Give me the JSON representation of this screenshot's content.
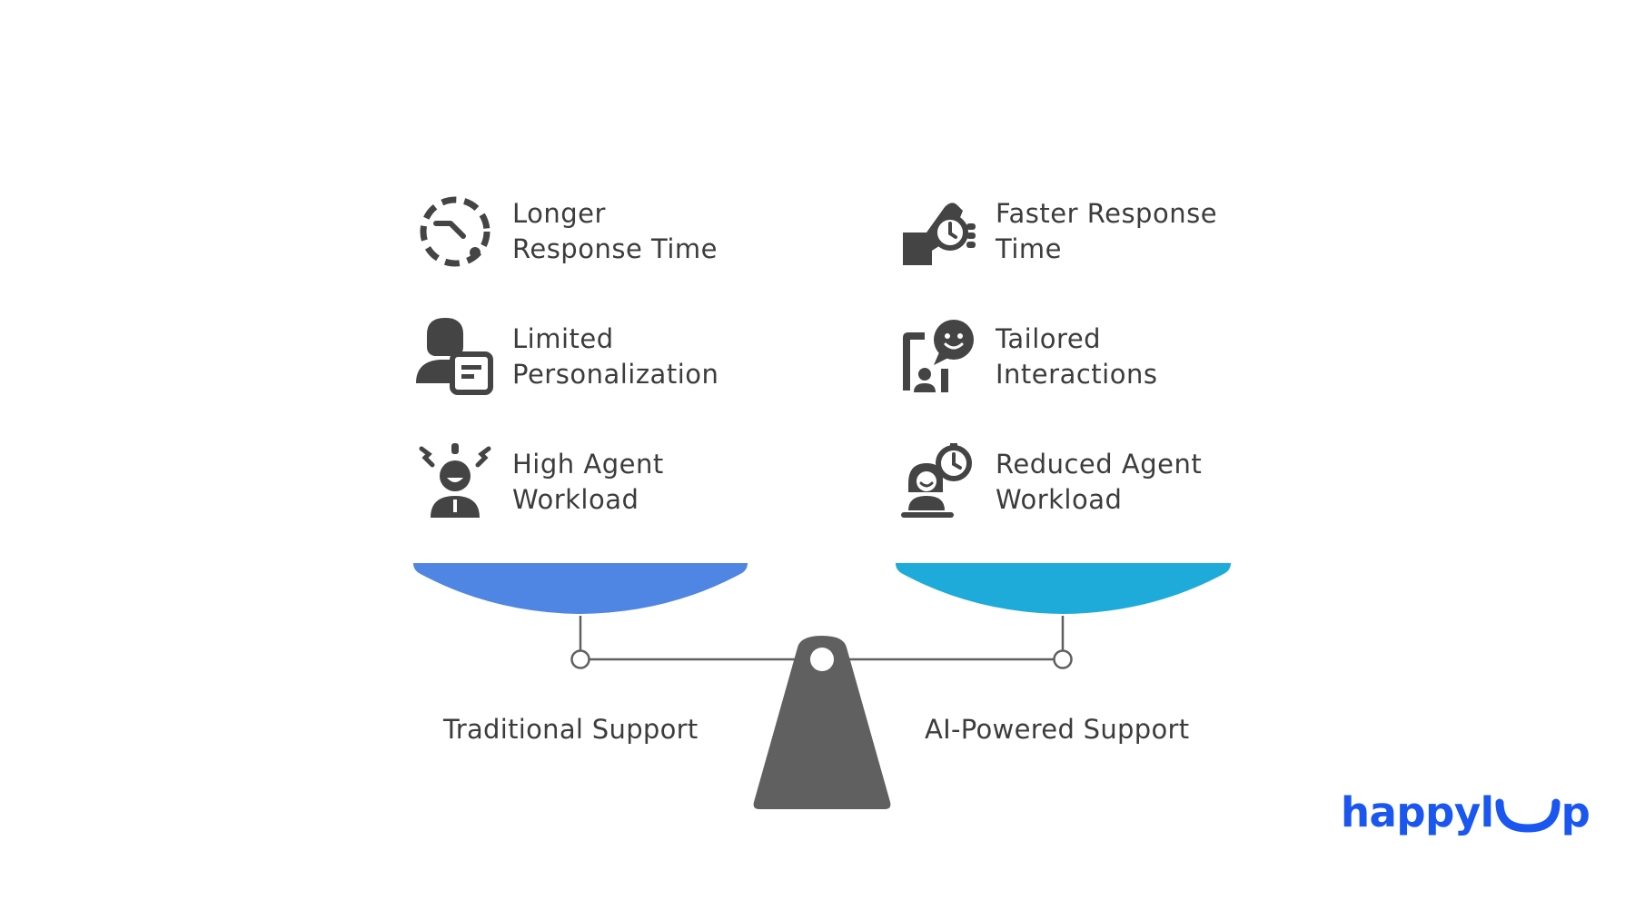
{
  "left": {
    "items": [
      {
        "line1": "Longer",
        "line2": "Response Time",
        "icon": "clock-dashed-icon"
      },
      {
        "line1": "Limited",
        "line2": "Personalization",
        "icon": "person-document-icon"
      },
      {
        "line1": "High Agent",
        "line2": "Workload",
        "icon": "stressed-agent-icon"
      }
    ],
    "caption": "Traditional Support",
    "pan_color": "#4f86e3"
  },
  "right": {
    "items": [
      {
        "line1": "Faster Response",
        "line2": "Time",
        "icon": "hand-stopwatch-icon"
      },
      {
        "line1": "Tailored",
        "line2": "Interactions",
        "icon": "phone-chat-icon"
      },
      {
        "line1": "Reduced Agent",
        "line2": "Workload",
        "icon": "relaxed-agent-icon"
      }
    ],
    "caption": "AI-Powered Support",
    "pan_color": "#1eabd9"
  },
  "colors": {
    "scale": "#606060",
    "text": "#3c3c3c"
  },
  "logo": {
    "prefix": "happyl",
    "suffix": "p"
  }
}
